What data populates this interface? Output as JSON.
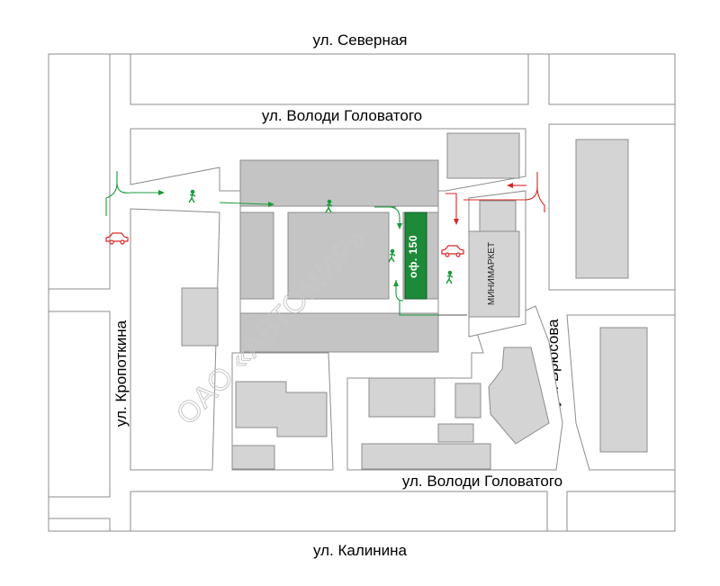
{
  "streets": {
    "north": "ул. Северная",
    "golovatogo_north": "ул. Володи Головатого",
    "kropotkina": "ул. Кропоткина",
    "bryusova": "ул. Брюсова",
    "golovatogo_south": "ул. Володи Головатого",
    "south": "ул. Калинина"
  },
  "landmarks": {
    "office": "оф. 150",
    "minimarket": "МИНИМАРКЕТ"
  },
  "watermark": "ОАО «АВТОМИР»",
  "colors": {
    "route": "#1a9a3c",
    "office_fill": "#1d8a3a",
    "traffic_red": "#d62828",
    "building": "#d4d4d4"
  },
  "icons": [
    "car-icon",
    "pedestrian-icon",
    "route-arrow-icon"
  ]
}
